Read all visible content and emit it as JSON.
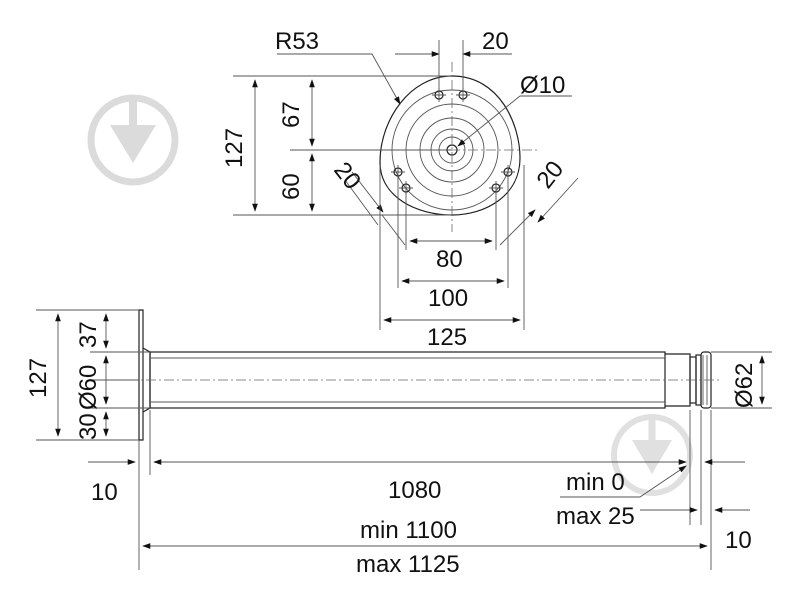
{
  "plan_view": {
    "radius_label": "R53",
    "hole_spacing_top": "20",
    "center_hole_diameter": "Ø10",
    "height_total": "127",
    "height_upper": "67",
    "height_lower": "60",
    "hole_offset_left": "20",
    "hole_offset_right": "20",
    "width_holes": "80",
    "width_inner": "100",
    "width_outer": "125"
  },
  "side_view": {
    "flange_height": "127",
    "flange_top": "37",
    "pipe_diameter_left": "Ø60",
    "flange_bottom": "30",
    "pipe_diameter_right": "Ø62",
    "flange_thickness": "10",
    "pipe_length": "1080",
    "adjust_min": "min 0",
    "adjust_max": "max 25",
    "foot_thickness": "10",
    "total_min": "min 1100",
    "total_max": "max 1125"
  },
  "watermark_icons": [
    "download-icon",
    "download-icon"
  ]
}
